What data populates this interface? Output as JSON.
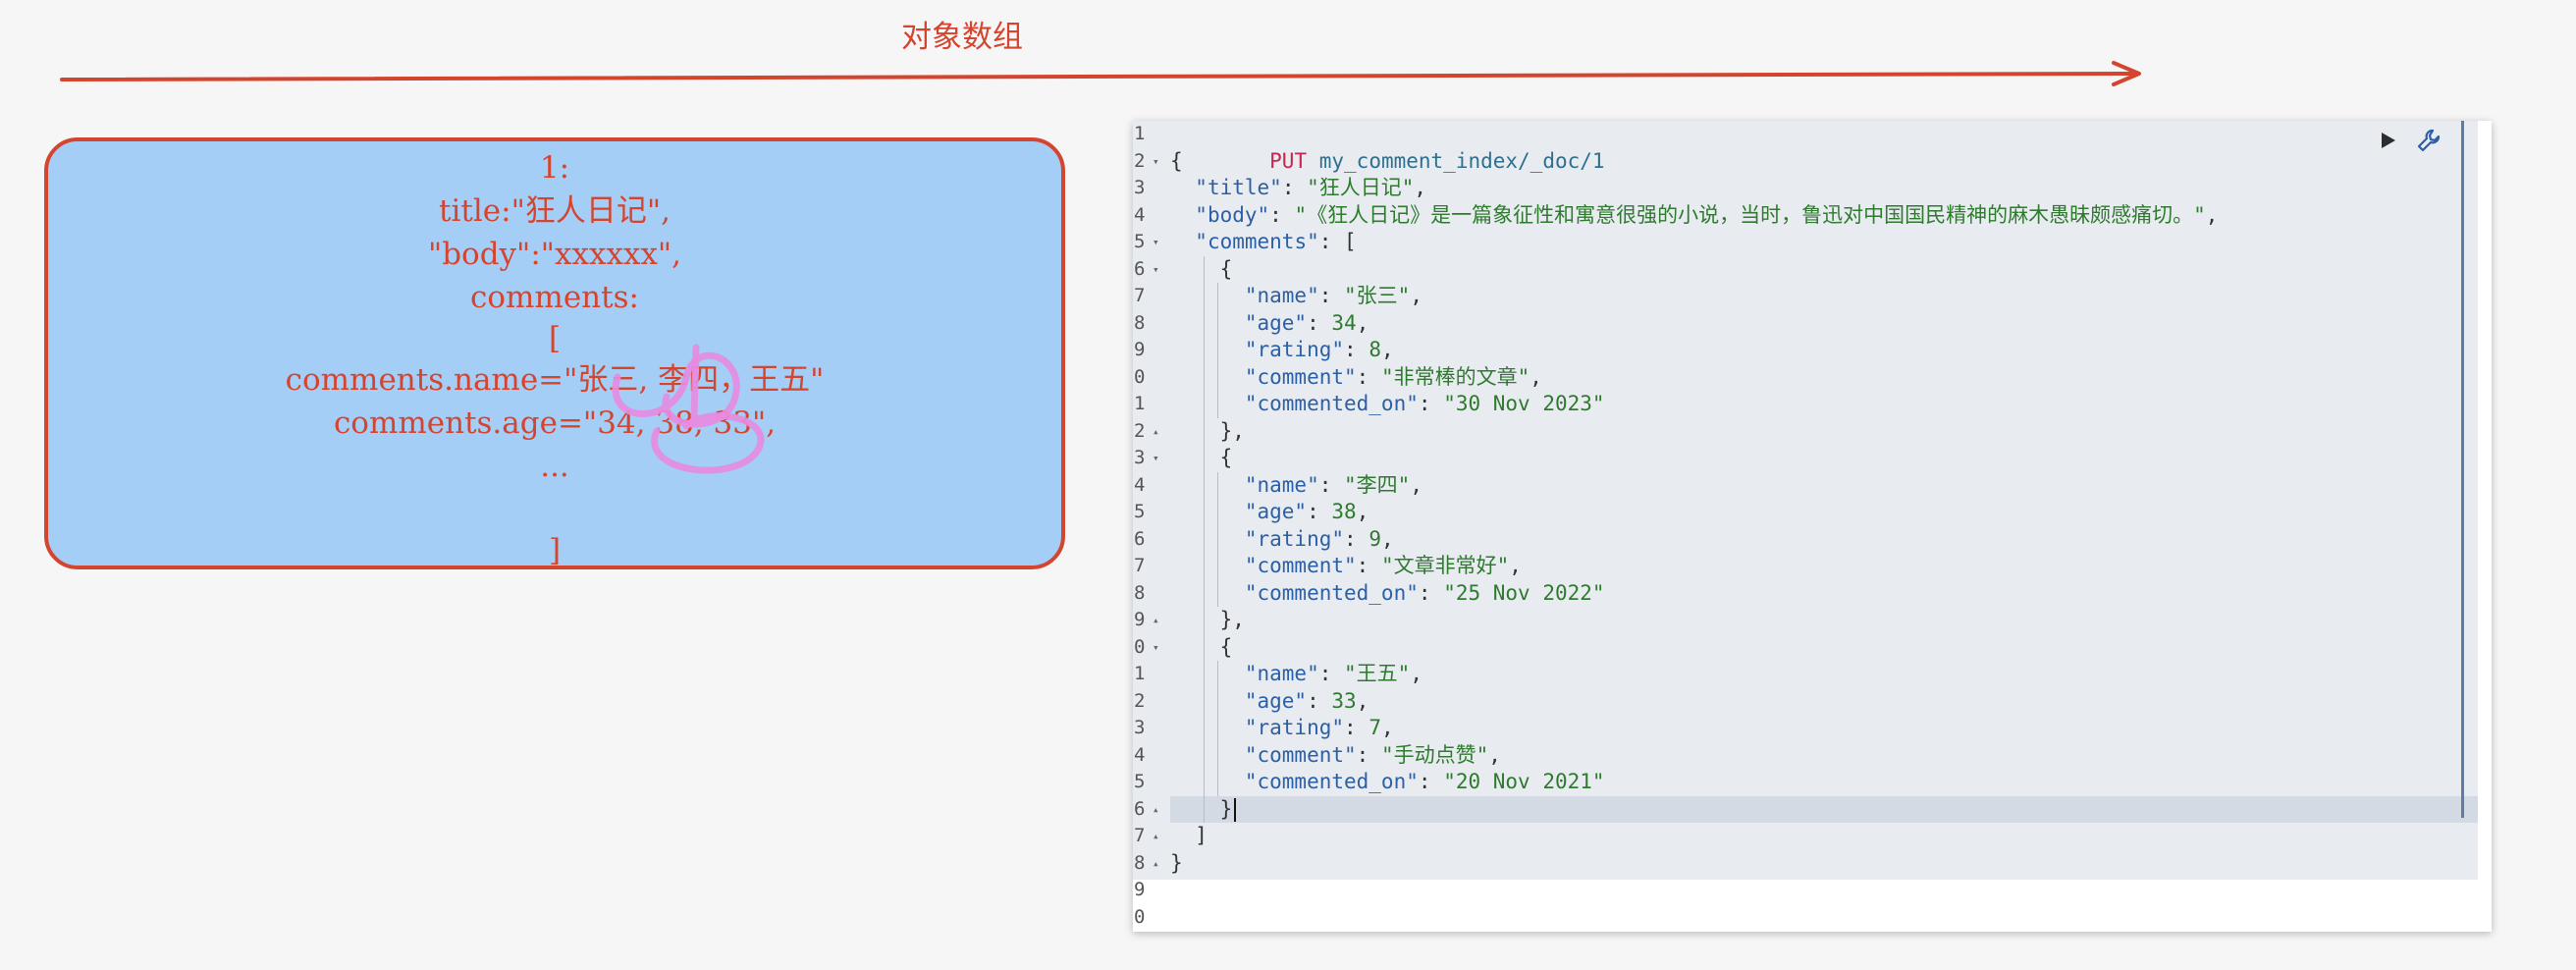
{
  "whiteboard": {
    "arrow_label": "对象数组",
    "note_lines": [
      "1:",
      "title:\"狂人日记\",",
      "\"body\":\"xxxxxx\",",
      "comments:",
      "[",
      "comments.name=\"张三, 李四，王五\"",
      "comments.age=\"34, 38, 33\",",
      "...",
      "",
      "]"
    ],
    "colors": {
      "ink": "#d4452f",
      "card": "#a5cef7",
      "highlighter": "#e88be0"
    }
  },
  "editor": {
    "request_method": "PUT",
    "request_path": "my_comment_index/_doc/1",
    "line_numbers": [
      "1",
      "2",
      "3",
      "4",
      "5",
      "6",
      "7",
      "8",
      "9",
      "0",
      "1",
      "2",
      "3",
      "4",
      "5",
      "6",
      "7",
      "8",
      "9",
      "0",
      "1",
      "2",
      "3",
      "4",
      "5",
      "6",
      "7",
      "8",
      "9",
      "0"
    ],
    "lines": [
      "{",
      "  \"title\": \"狂人日记\",",
      "  \"body\": \"《狂人日记》是一篇象征性和寓意很强的小说，当时，鲁迅对中国国民精神的麻木愚昧颇感痛切。\",",
      "  \"comments\": [",
      "    {",
      "      \"name\": \"张三\",",
      "      \"age\": 34,",
      "      \"rating\": 8,",
      "      \"comment\": \"非常棒的文章\",",
      "      \"commented_on\": \"30 Nov 2023\"",
      "    },",
      "    {",
      "      \"name\": \"李四\",",
      "      \"age\": 38,",
      "      \"rating\": 9,",
      "      \"comment\": \"文章非常好\",",
      "      \"commented_on\": \"25 Nov 2022\"",
      "    },",
      "    {",
      "      \"name\": \"王五\",",
      "      \"age\": 33,",
      "      \"rating\": 7,",
      "      \"comment\": \"手动点赞\",",
      "      \"commented_on\": \"20 Nov 2021\"",
      "    }",
      "  ]",
      "}",
      "",
      ""
    ],
    "active_line": 25,
    "tools": {
      "run_icon": "play-icon",
      "settings_icon": "wrench-icon"
    }
  }
}
